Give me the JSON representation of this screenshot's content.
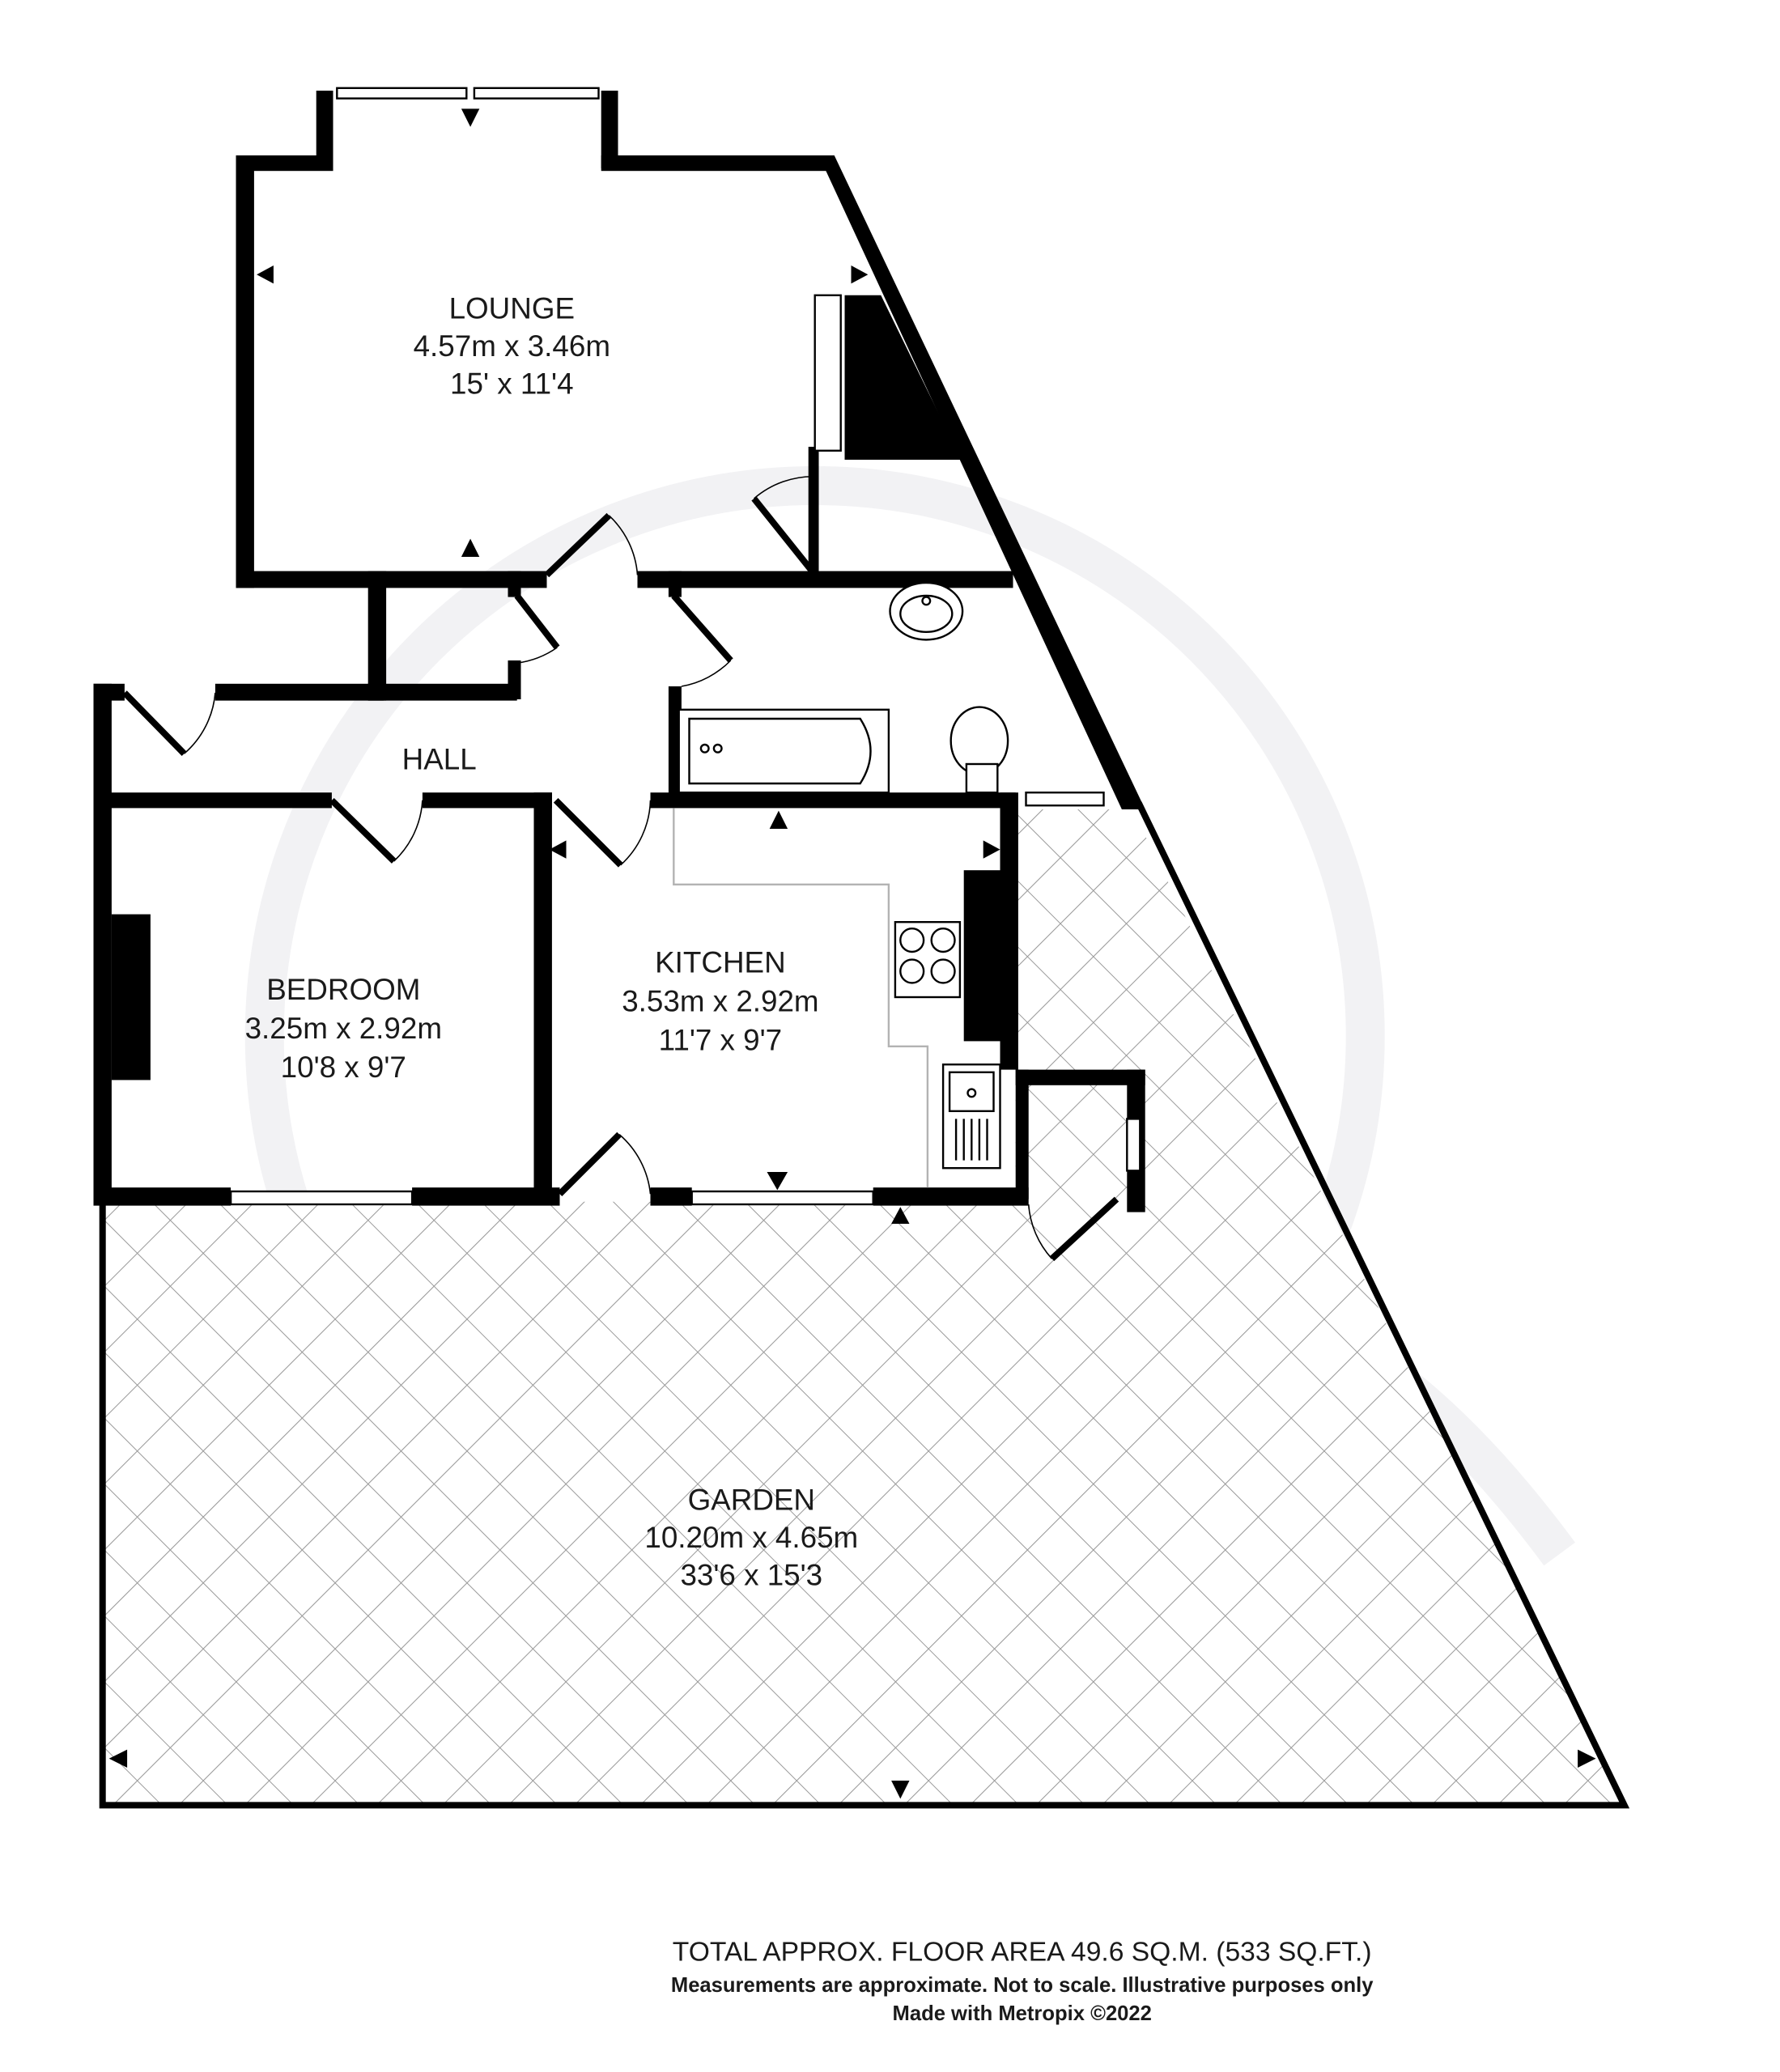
{
  "rooms": {
    "lounge": {
      "name": "LOUNGE",
      "metric": "4.57m x 3.46m",
      "imperial": "15' x 11'4"
    },
    "hall": {
      "name": "HALL"
    },
    "bedroom": {
      "name": "BEDROOM",
      "metric": "3.25m x 2.92m",
      "imperial": "10'8 x 9'7"
    },
    "kitchen": {
      "name": "KITCHEN",
      "metric": "3.53m x 2.92m",
      "imperial": "11'7 x 9'7"
    },
    "garden": {
      "name": "GARDEN",
      "metric": "10.20m x 4.65m",
      "imperial": "33'6 x 15'3"
    }
  },
  "footer": {
    "total_area": "TOTAL APPROX. FLOOR AREA 49.6 SQ.M. (533 SQ.FT.)",
    "disclaimer": "Measurements are approximate.  Not to scale.  Illustrative purposes only",
    "credit": "Made with Metropix ©2022"
  },
  "colors": {
    "wall": "#000000",
    "hatch": "#999999",
    "watermark": "#f2f2f4",
    "counter": "#b3b3b3"
  }
}
